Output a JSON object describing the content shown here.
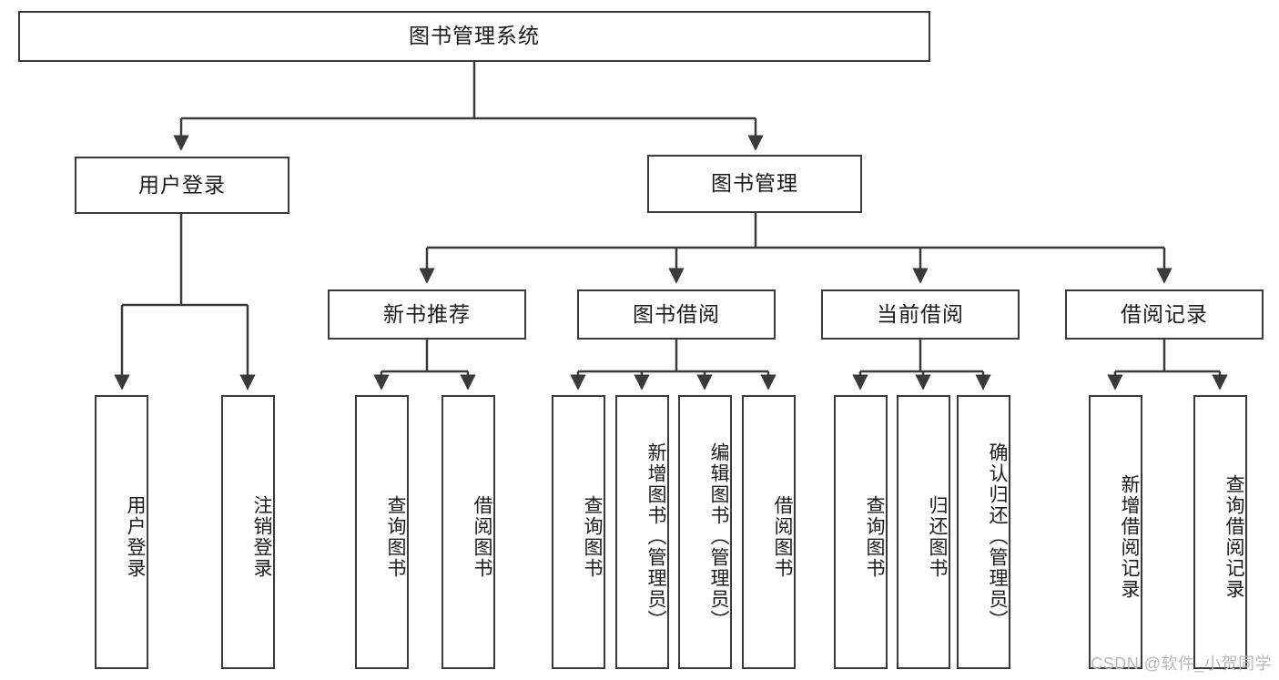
{
  "diagram": {
    "title": "图书管理系统",
    "type": "hierarchy-tree",
    "root": {
      "label": "图书管理系统"
    },
    "level2": [
      {
        "label": "用户登录"
      },
      {
        "label": "图书管理"
      }
    ],
    "level3": [
      {
        "label": "新书推荐"
      },
      {
        "label": "图书借阅"
      },
      {
        "label": "当前借阅"
      },
      {
        "label": "借阅记录"
      }
    ],
    "leaves": {
      "user_login": [
        {
          "label": "用户登录"
        },
        {
          "label": "注销登录"
        }
      ],
      "new_book_recommend": [
        {
          "label": "查询图书"
        },
        {
          "label": "借阅图书"
        }
      ],
      "book_borrow": [
        {
          "label": "查询图书"
        },
        {
          "label": "新增图书（管理员）"
        },
        {
          "label": "编辑图书（管理员）"
        },
        {
          "label": "借阅图书"
        }
      ],
      "current_borrow": [
        {
          "label": "查询图书"
        },
        {
          "label": "归还图书"
        },
        {
          "label": "确认归还（管理员）"
        }
      ],
      "borrow_record": [
        {
          "label": "新增借阅记录"
        },
        {
          "label": "查询借阅记录"
        }
      ]
    }
  },
  "watermark": {
    "text": "CSDN @软件_小贺同学"
  },
  "colors": {
    "stroke": "#3a3a3a",
    "background": "#ffffff",
    "text": "#1a1a1a",
    "watermark": "#b8b8b8"
  }
}
